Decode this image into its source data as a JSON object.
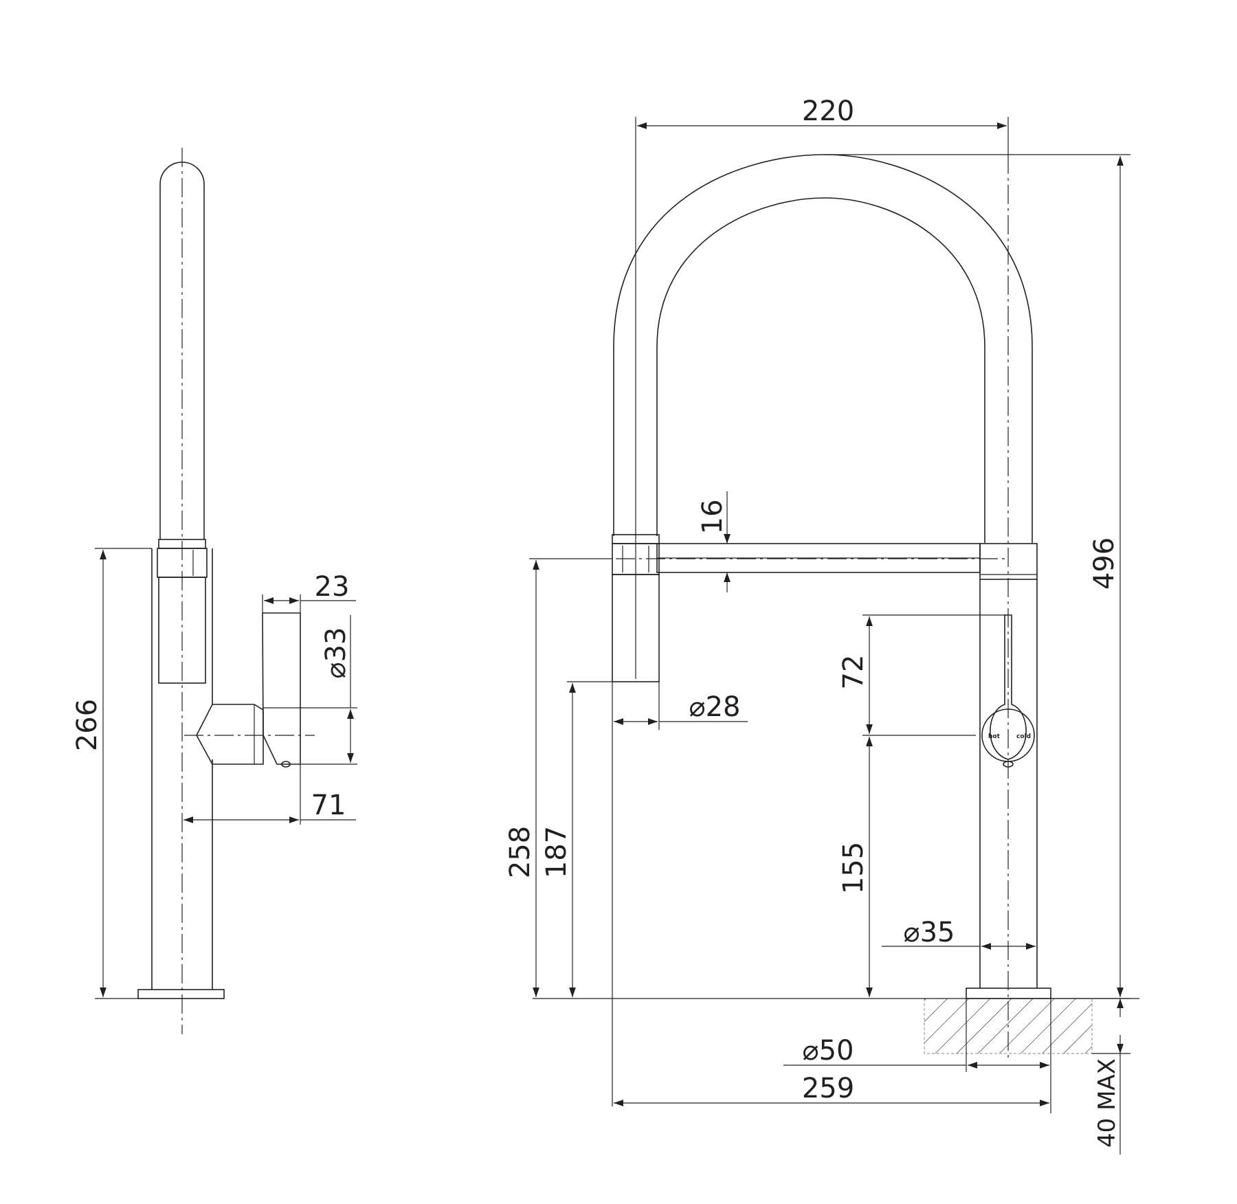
{
  "side_view": {
    "overall_height": "266",
    "lever_width": "23",
    "lever_diameter": "⌀33",
    "lever_reach": "71"
  },
  "front_view": {
    "spout_width": "220",
    "overall_height": "496",
    "arm_diameter": "16",
    "spray_head_height": "258",
    "spray_head_clearance": "187",
    "spray_head_diameter": "⌀28",
    "lever_offset": "72",
    "lever_height": "155",
    "body_diameter": "⌀35",
    "base_diameter": "⌀50",
    "overall_reach": "259",
    "bench_thickness": "40 MAX",
    "lever_labels": {
      "hot": "hot",
      "cold": "cold"
    }
  }
}
